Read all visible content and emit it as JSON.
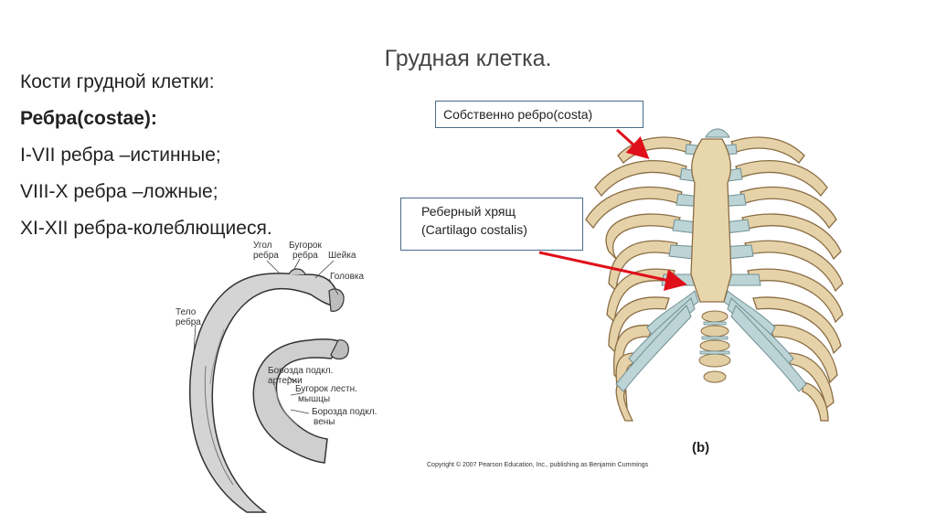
{
  "title": "Грудная клетка.",
  "bullets": [
    {
      "text": "Кости грудной клетки:",
      "bold": false
    },
    {
      "text": " Ребра(costae):",
      "bold": true
    },
    {
      "text": "I-VII ребра –истинные;",
      "bold": false
    },
    {
      "text": "VIII-X ребра –ложные;",
      "bold": false
    },
    {
      "text": "XI-XII ребра-колеблющиеся.",
      "bold": false
    }
  ],
  "rib_labels": {
    "angle_1": "Угол",
    "angle_2": "ребра",
    "tubercle_1": "Бугорок",
    "tubercle_2": "ребра",
    "neck": "Шейка",
    "head": "Головка",
    "body_1": "Тело",
    "body_2": "ребра",
    "groove_artery_1": "Борозда подкл.",
    "groove_artery_2": "артерии",
    "scalene_tubercle_1": "Бугорок лестн.",
    "scalene_tubercle_2": "мышцы",
    "groove_vein_1": "Борозда подкл.",
    "groove_vein_2": "вены"
  },
  "callouts": {
    "costa": "Собственно ребро(costa)",
    "cartilage_1": "Реберный хрящ",
    "cartilage_2": "(Cartilago costalis)"
  },
  "figure_caption": "(b)",
  "copyright": "Copyright © 2007 Pearson Education, Inc., publishing as Benjamin Cummings",
  "colors": {
    "bone": "#e6d2a8",
    "bone_outline": "#8a6d45",
    "cartilage": "#bcd4d6",
    "arrow": "#e0101a",
    "box_border": "#4a6b8a"
  }
}
